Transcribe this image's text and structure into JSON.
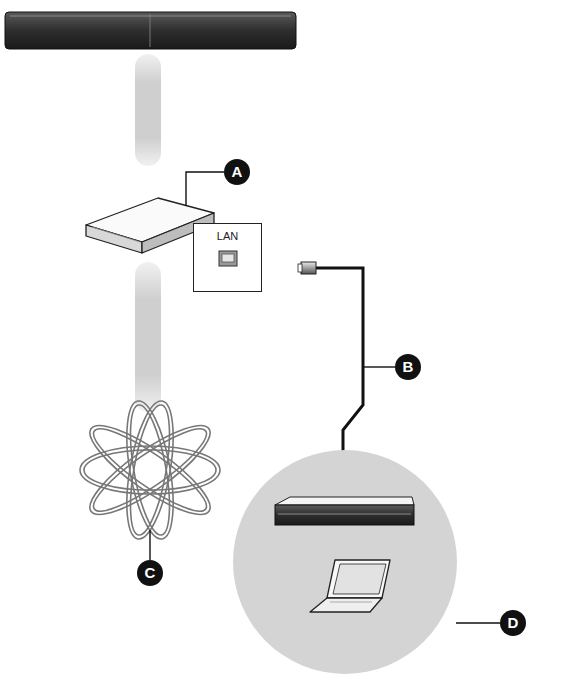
{
  "diagram": {
    "nodes": [
      {
        "text": [
          "LAN"
        ]
      }
    ],
    "labels": [
      "A",
      "B",
      "C",
      "D"
    ]
  }
}
